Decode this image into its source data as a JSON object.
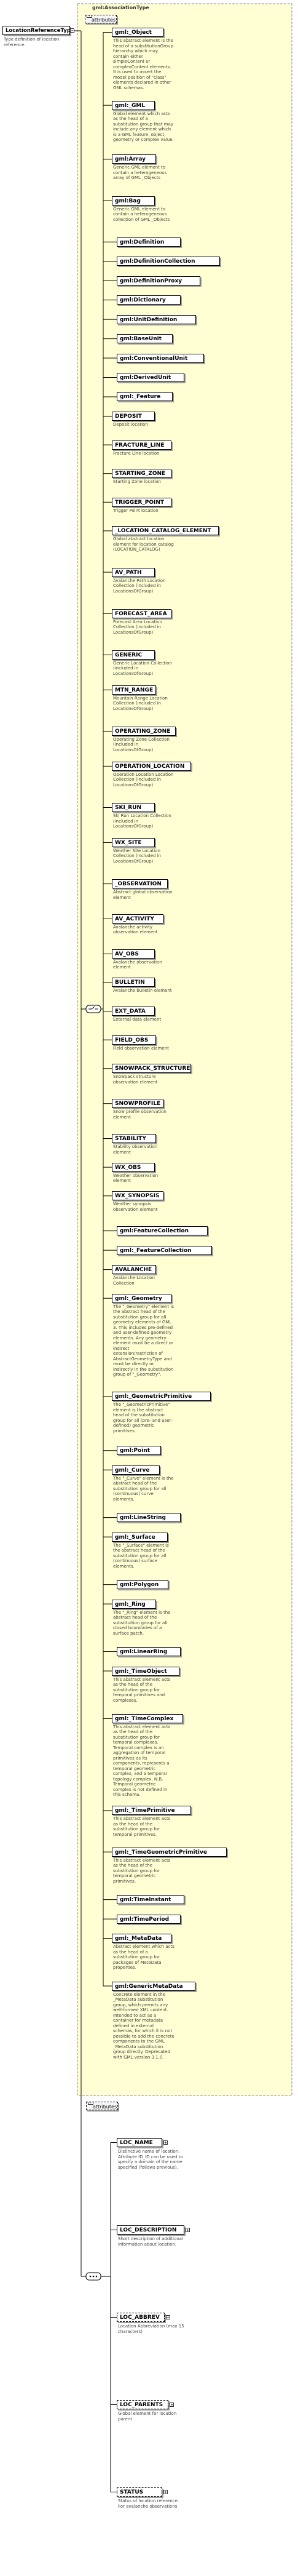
{
  "root": {
    "name": "LocationReferenceType",
    "doc": "Type definition of location reference."
  },
  "association_type": {
    "label": "gml:AssociationType",
    "attributes_label": "attributes"
  },
  "union_choice": {
    "elements": [
      {
        "name": "gml:_Object",
        "doc": "This abstract element is the head of a substitutionGroup hierarchy which may contain either simpleContent or complexContent elements. It is used to assert the model position of \"class\" elements declared in other GML schemas."
      },
      {
        "name": "gml:_GML",
        "doc": "Global element which acts as the head of a substitution group that may include any element which is a GML feature, object, geometry or complex value."
      },
      {
        "name": "gml:Array",
        "doc": "Generic GML element to contain a heterogeneous array of GML _Objects"
      },
      {
        "name": "gml:Bag",
        "doc": "Generic GML element to contain a heterogeneous collection of GML _Objects"
      },
      {
        "name": "gml:Definition",
        "doc": ""
      },
      {
        "name": "gml:DefinitionCollection",
        "doc": ""
      },
      {
        "name": "gml:DefinitionProxy",
        "doc": ""
      },
      {
        "name": "gml:Dictionary",
        "doc": ""
      },
      {
        "name": "gml:UnitDefinition",
        "doc": ""
      },
      {
        "name": "gml:BaseUnit",
        "doc": ""
      },
      {
        "name": "gml:ConventionalUnit",
        "doc": ""
      },
      {
        "name": "gml:DerivedUnit",
        "doc": ""
      },
      {
        "name": "gml:_Feature",
        "doc": ""
      },
      {
        "name": "DEPOSIT",
        "doc": "Deposit location"
      },
      {
        "name": "FRACTURE_LINE",
        "doc": "Fracture Line location"
      },
      {
        "name": "STARTING_ZONE",
        "doc": "Starting Zone location"
      },
      {
        "name": "TRIGGER_POINT",
        "doc": "Trigger Point location"
      },
      {
        "name": "_LOCATION_CATALOG_ELEMENT",
        "doc": "Global abstract location element for location catalog (LOCATION_CATALOG)"
      },
      {
        "name": "AV_PATH",
        "doc": "Avalanche Path Location Collection (included in LocationsOfGroup)"
      },
      {
        "name": "FORECAST_AREA",
        "doc": "Forecast Area Location Collection (included in LocationsOfGroup)"
      },
      {
        "name": "GENERIC",
        "doc": "Generic Location Collection (included in LocationsOfGroup)"
      },
      {
        "name": "MTN_RANGE",
        "doc": "Mountain Range Location Collection (included in LocationsOfGroup)"
      },
      {
        "name": "OPERATING_ZONE",
        "doc": "Operating Zone Collection (included in LocationsOfGroup)"
      },
      {
        "name": "OPERATION_LOCATION",
        "doc": "Operation Location Location Collection (included in LocationsOfGroup)"
      },
      {
        "name": "SKI_RUN",
        "doc": "Ski Run Location Collection (included in LocationsOfGroup)"
      },
      {
        "name": "WX_SITE",
        "doc": "Weather Site Location Collection (included in LocationsOfGroup)"
      },
      {
        "name": "_OBSERVATION",
        "doc": "Abstract global observation element"
      },
      {
        "name": "AV_ACTIVITY",
        "doc": "Avalanche activity observation element"
      },
      {
        "name": "AV_OBS",
        "doc": "Avalanche observation element"
      },
      {
        "name": "BULLETIN",
        "doc": "Avalanche bulletin element"
      },
      {
        "name": "EXT_DATA",
        "doc": "External data element"
      },
      {
        "name": "FIELD_OBS",
        "doc": "Field observation element"
      },
      {
        "name": "SNOWPACK_STRUCTURE",
        "doc": "Snowpack structure observation element"
      },
      {
        "name": "SNOWPROFILE",
        "doc": "Snow profile observation element"
      },
      {
        "name": "STABILITY",
        "doc": "Stability observation element"
      },
      {
        "name": "WX_OBS",
        "doc": "Weather observation element"
      },
      {
        "name": "WX_SYNOPSIS",
        "doc": "Weather synopsis observation element"
      },
      {
        "name": "gml:FeatureCollection",
        "doc": ""
      },
      {
        "name": "gml:_FeatureCollection",
        "doc": ""
      },
      {
        "name": "AVALANCHE",
        "doc": "Avalanche Location Collection"
      },
      {
        "name": "gml:_Geometry",
        "doc": "The \"_Geometry\" element is the abstract head of the substitution group for all geometry elements of GML 3. This includes pre-defined and user-defined geometry elements. Any geometry element must be a direct or indirect extension/restriction of AbstractGeometryType and must be directly or indirectly in the substitution group of \"_Geometry\"."
      },
      {
        "name": "gml:_GeometricPrimitive",
        "doc": "The \"_GeometricPrimitive\" element is the abstract head of the substitution group for all (pre- and user-defined) geometric primitives."
      },
      {
        "name": "gml:Point",
        "doc": ""
      },
      {
        "name": "gml:_Curve",
        "doc": "The \"_Curve\" element is the abstract head of the substitution group for all (continuous) curve elements."
      },
      {
        "name": "gml:LineString",
        "doc": ""
      },
      {
        "name": "gml:_Surface",
        "doc": "The \"_Surface\" element is the abstract head of the substitution group for all (continuous) surface elements."
      },
      {
        "name": "gml:Polygon",
        "doc": ""
      },
      {
        "name": "gml:_Ring",
        "doc": "The \"_Ring\" element is the abstract head of the substituition group for all closed boundaries of a surface patch."
      },
      {
        "name": "gml:LinearRing",
        "doc": ""
      },
      {
        "name": "gml:_TimeObject",
        "doc": "This abstract element acts as the head of the substitution group for temporal primitives and complexes."
      },
      {
        "name": "gml:_TimeComplex",
        "doc": "This abstract element acts as the head of the substitution group for temporal complexes. Temporal complex is an aggregation of temporal primitives as its components, represents a temporal geometric complex, and a temporal topology complex. N.B. Temporal geometric complex is not defined in this schema."
      },
      {
        "name": "gml:_TimePrimitive",
        "doc": "This abstract element acts as the head of the substitution group for temporal primitives."
      },
      {
        "name": "gml:_TimeGeometricPrimitive",
        "doc": "This abstract element acts as the head of the substitution group for temporal geometric primitives."
      },
      {
        "name": "gml:TimeInstant",
        "doc": ""
      },
      {
        "name": "gml:TimePeriod",
        "doc": ""
      },
      {
        "name": "gml:_MetaData",
        "doc": "Abstract element which acts as the head of a substitution group for packages of MetaData properties."
      },
      {
        "name": "gml:GenericMetaData",
        "doc": "Concrete element in the _MetaData substitution group, which permits any well-formed XML content. Intended to act as a container for metadata defined in external schemas, for which it is not possible to add the concrete components to the GML _MetaData substitution group directly. Deprecated with GML version 3.1.0."
      }
    ]
  },
  "attributes_label": "attributes",
  "sequence": {
    "elements": [
      {
        "name": "LOC_NAME",
        "doc": "Distinctive name of location. Attribute ID_ID can be used to specify a domain of the name specified (follows previous)."
      },
      {
        "name": "LOC_DESCRIPTION",
        "doc": "Short description of additional information about location."
      },
      {
        "name": "LOC_ABBREV",
        "doc": "Location Abbreviation (max 15 characters)"
      },
      {
        "name": "LOC_PARENTS",
        "doc": "Global element for location parent"
      },
      {
        "name": "STATUS",
        "doc": "Status of location reference. For avalanche observations"
      }
    ]
  },
  "colors": {
    "container_fill": "#ffffd3",
    "container_border": "#8c8c8c",
    "box_border": "#000000",
    "shadow": "#9a9a9a",
    "doc_text": "#444444",
    "line": "#000000"
  }
}
